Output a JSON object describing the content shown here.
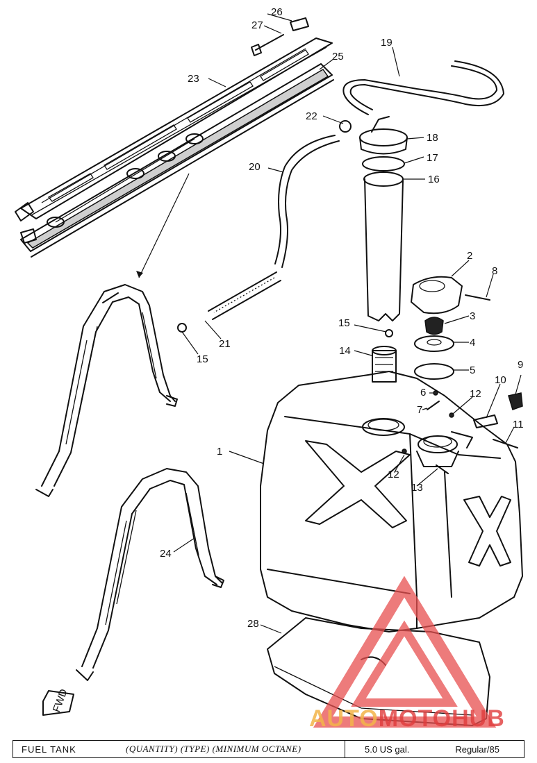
{
  "diagram": {
    "callouts": [
      "1",
      "2",
      "3",
      "4",
      "5",
      "6",
      "7",
      "8",
      "9",
      "10",
      "11",
      "12",
      "12",
      "13",
      "14",
      "15",
      "15",
      "16",
      "17",
      "18",
      "19",
      "20",
      "21",
      "22",
      "23",
      "24",
      "25",
      "26",
      "27",
      "28"
    ],
    "fwd_label": "FWD"
  },
  "title_bar": {
    "part_name": "FUEL TANK",
    "spec_headings": "(QUANTITY) (TYPE) (MINIMUM OCTANE)",
    "quantity": "5.0 US gal.",
    "type_octane": "Regular/85"
  },
  "watermark": {
    "auto": "AUTO",
    "moto": "MOTO",
    "hub": "HUB",
    "colors": {
      "auto": "#f3b54a",
      "moto_hub": "#e03c3c",
      "triangle": "#e85050"
    }
  }
}
